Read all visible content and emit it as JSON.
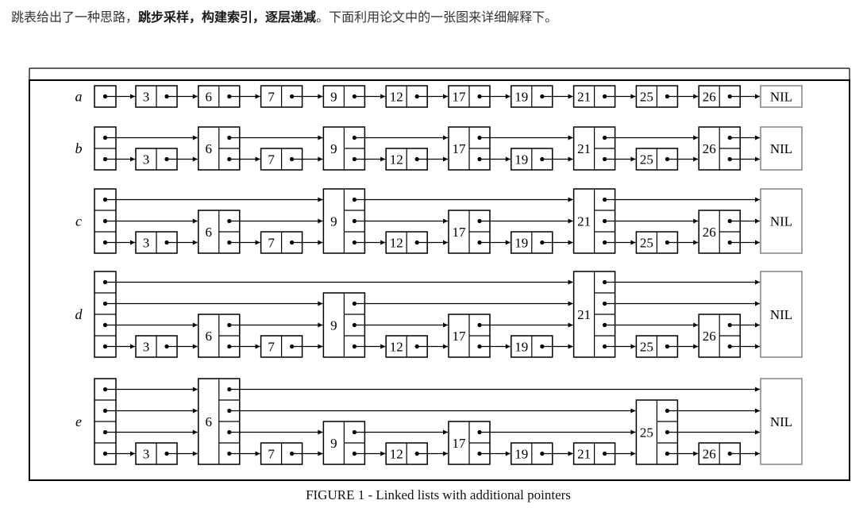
{
  "intro": {
    "lead": "跳表给出了一种思路，",
    "b1": "跳步采样，",
    "b2": "构建索引，",
    "b3": "逐层递减",
    "tail": "。下面利用论文中的一张图来详细解释下。"
  },
  "figure": {
    "caption_prefix": "FIGURE 1",
    "caption_text": " - Linked lists with additional pointers",
    "nil_label": "NIL",
    "keys": [
      3,
      6,
      7,
      9,
      12,
      17,
      19,
      21,
      25,
      26
    ],
    "rows": [
      {
        "label": "a",
        "levels": [
          1,
          1,
          1,
          1,
          1,
          1,
          1,
          1,
          1,
          1
        ]
      },
      {
        "label": "b",
        "levels": [
          1,
          2,
          1,
          2,
          1,
          2,
          1,
          2,
          1,
          2
        ]
      },
      {
        "label": "c",
        "levels": [
          1,
          2,
          1,
          3,
          1,
          2,
          1,
          3,
          1,
          2
        ]
      },
      {
        "label": "d",
        "levels": [
          1,
          2,
          1,
          3,
          1,
          2,
          1,
          4,
          1,
          2
        ]
      },
      {
        "label": "e",
        "levels": [
          1,
          4,
          1,
          2,
          1,
          2,
          1,
          1,
          3,
          1
        ]
      }
    ]
  },
  "colors": {
    "text": "#333333",
    "line": "#000000",
    "nil_border": "#8a8a8a"
  }
}
